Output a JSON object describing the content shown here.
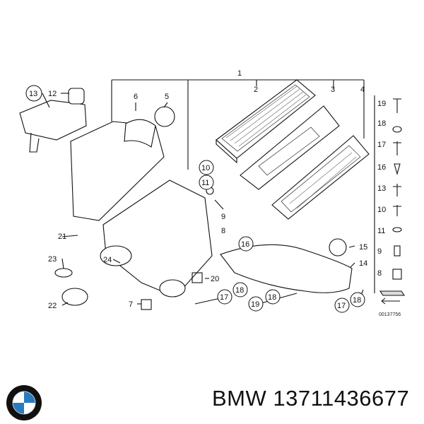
{
  "callouts": {
    "c1": "1",
    "c2": "2",
    "c3": "3",
    "c4": "4",
    "c5": "5",
    "c6": "6",
    "c7": "7",
    "c8": "8",
    "c9": "9",
    "c10": "10",
    "c11": "11",
    "c12": "12",
    "c13": "13",
    "c14": "14",
    "c15": "15",
    "c16": "16",
    "c17a": "17",
    "c17b": "17",
    "c18a": "18",
    "c18b": "18",
    "c18c": "18",
    "c19": "19",
    "c20": "20",
    "c21": "21",
    "c22": "22",
    "c23": "23",
    "c24": "24"
  },
  "legend": [
    "19",
    "18",
    "17",
    "16",
    "13",
    "10",
    "11",
    "9",
    "8"
  ],
  "diagram_ref": "00137756",
  "caption": "BMW 13711436677",
  "brand": {
    "logo_name": "bmw-roundel-logo",
    "colors": {
      "blue": "#2a7ac0",
      "black": "#111111"
    }
  }
}
